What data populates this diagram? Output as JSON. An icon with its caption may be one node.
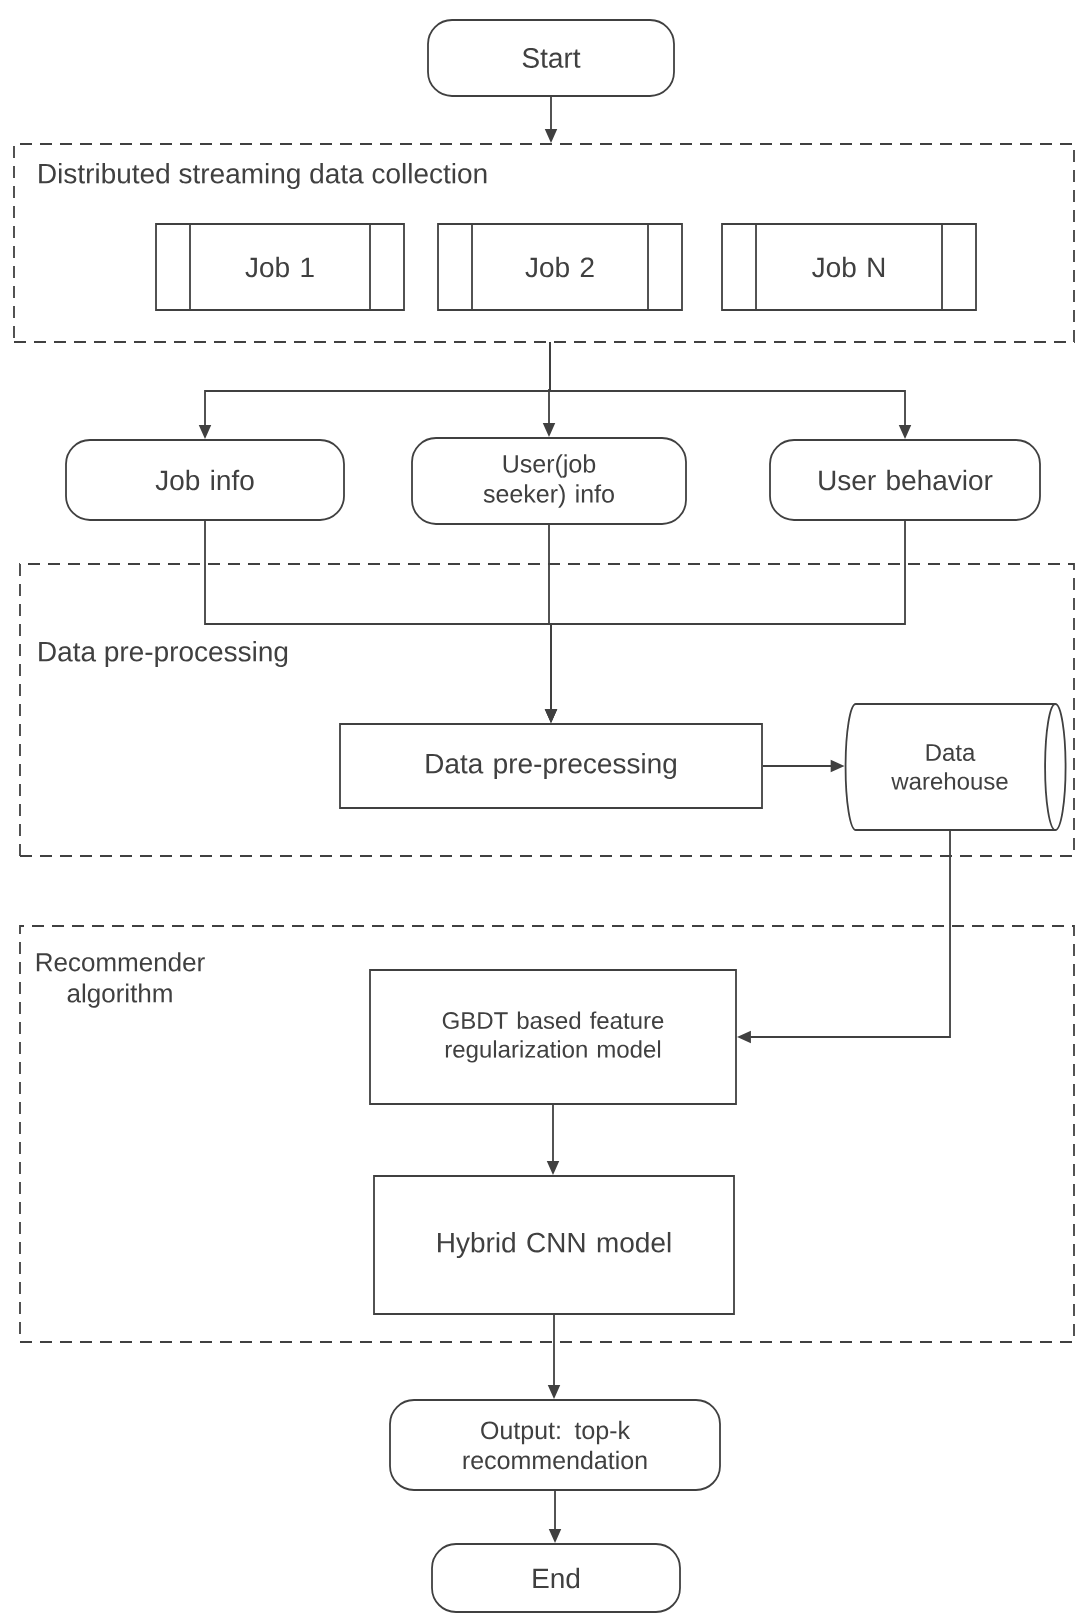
{
  "diagram": {
    "nodes": [
      {
        "text": [
          "Start"
        ]
      },
      {
        "text": [
          "Distributed streaming data collection"
        ]
      },
      {
        "text": [
          "Job 1"
        ],
        "in": 1
      },
      {
        "text": [
          "Job 2"
        ],
        "in": 1
      },
      {
        "text": [
          "Job N"
        ],
        "in": 1
      },
      {
        "text": [
          "Job info"
        ]
      },
      {
        "text": [
          "User(job seeker) info"
        ]
      },
      {
        "text": [
          "User behavior"
        ]
      },
      {
        "text": [
          "Data pre-processing"
        ]
      },
      {
        "text": [
          "Data pre-precessing"
        ],
        "in": 8
      },
      {
        "text": [
          "Data warehouse"
        ],
        "in": 8
      },
      {
        "text": [
          "Recommender algorithm"
        ]
      },
      {
        "text": [
          "GBDT based feature regularization model"
        ],
        "in": 11
      },
      {
        "text": [
          "Hybrid CNN model"
        ],
        "in": 11
      },
      {
        "text": [
          "Output: top-k recommendation"
        ]
      },
      {
        "text": [
          "End"
        ]
      }
    ],
    "edges": [
      {
        "from": 0,
        "to": 1,
        "arrow": "to"
      },
      {
        "from": 1,
        "to": 5,
        "arrow": "to"
      },
      {
        "from": 1,
        "to": 6,
        "arrow": "to"
      },
      {
        "from": 1,
        "to": 7,
        "arrow": "to"
      },
      {
        "from": 5,
        "to": 9,
        "arrow": "to"
      },
      {
        "from": 6,
        "to": 9,
        "arrow": "to"
      },
      {
        "from": 7,
        "to": 9,
        "arrow": "to"
      },
      {
        "from": 9,
        "to": 10,
        "arrow": "to"
      },
      {
        "from": 10,
        "to": 12,
        "arrow": "to"
      },
      {
        "from": 12,
        "to": 13,
        "arrow": "to"
      },
      {
        "from": 13,
        "to": 14,
        "arrow": "to"
      },
      {
        "from": 14,
        "to": 15,
        "arrow": "to"
      }
    ]
  }
}
